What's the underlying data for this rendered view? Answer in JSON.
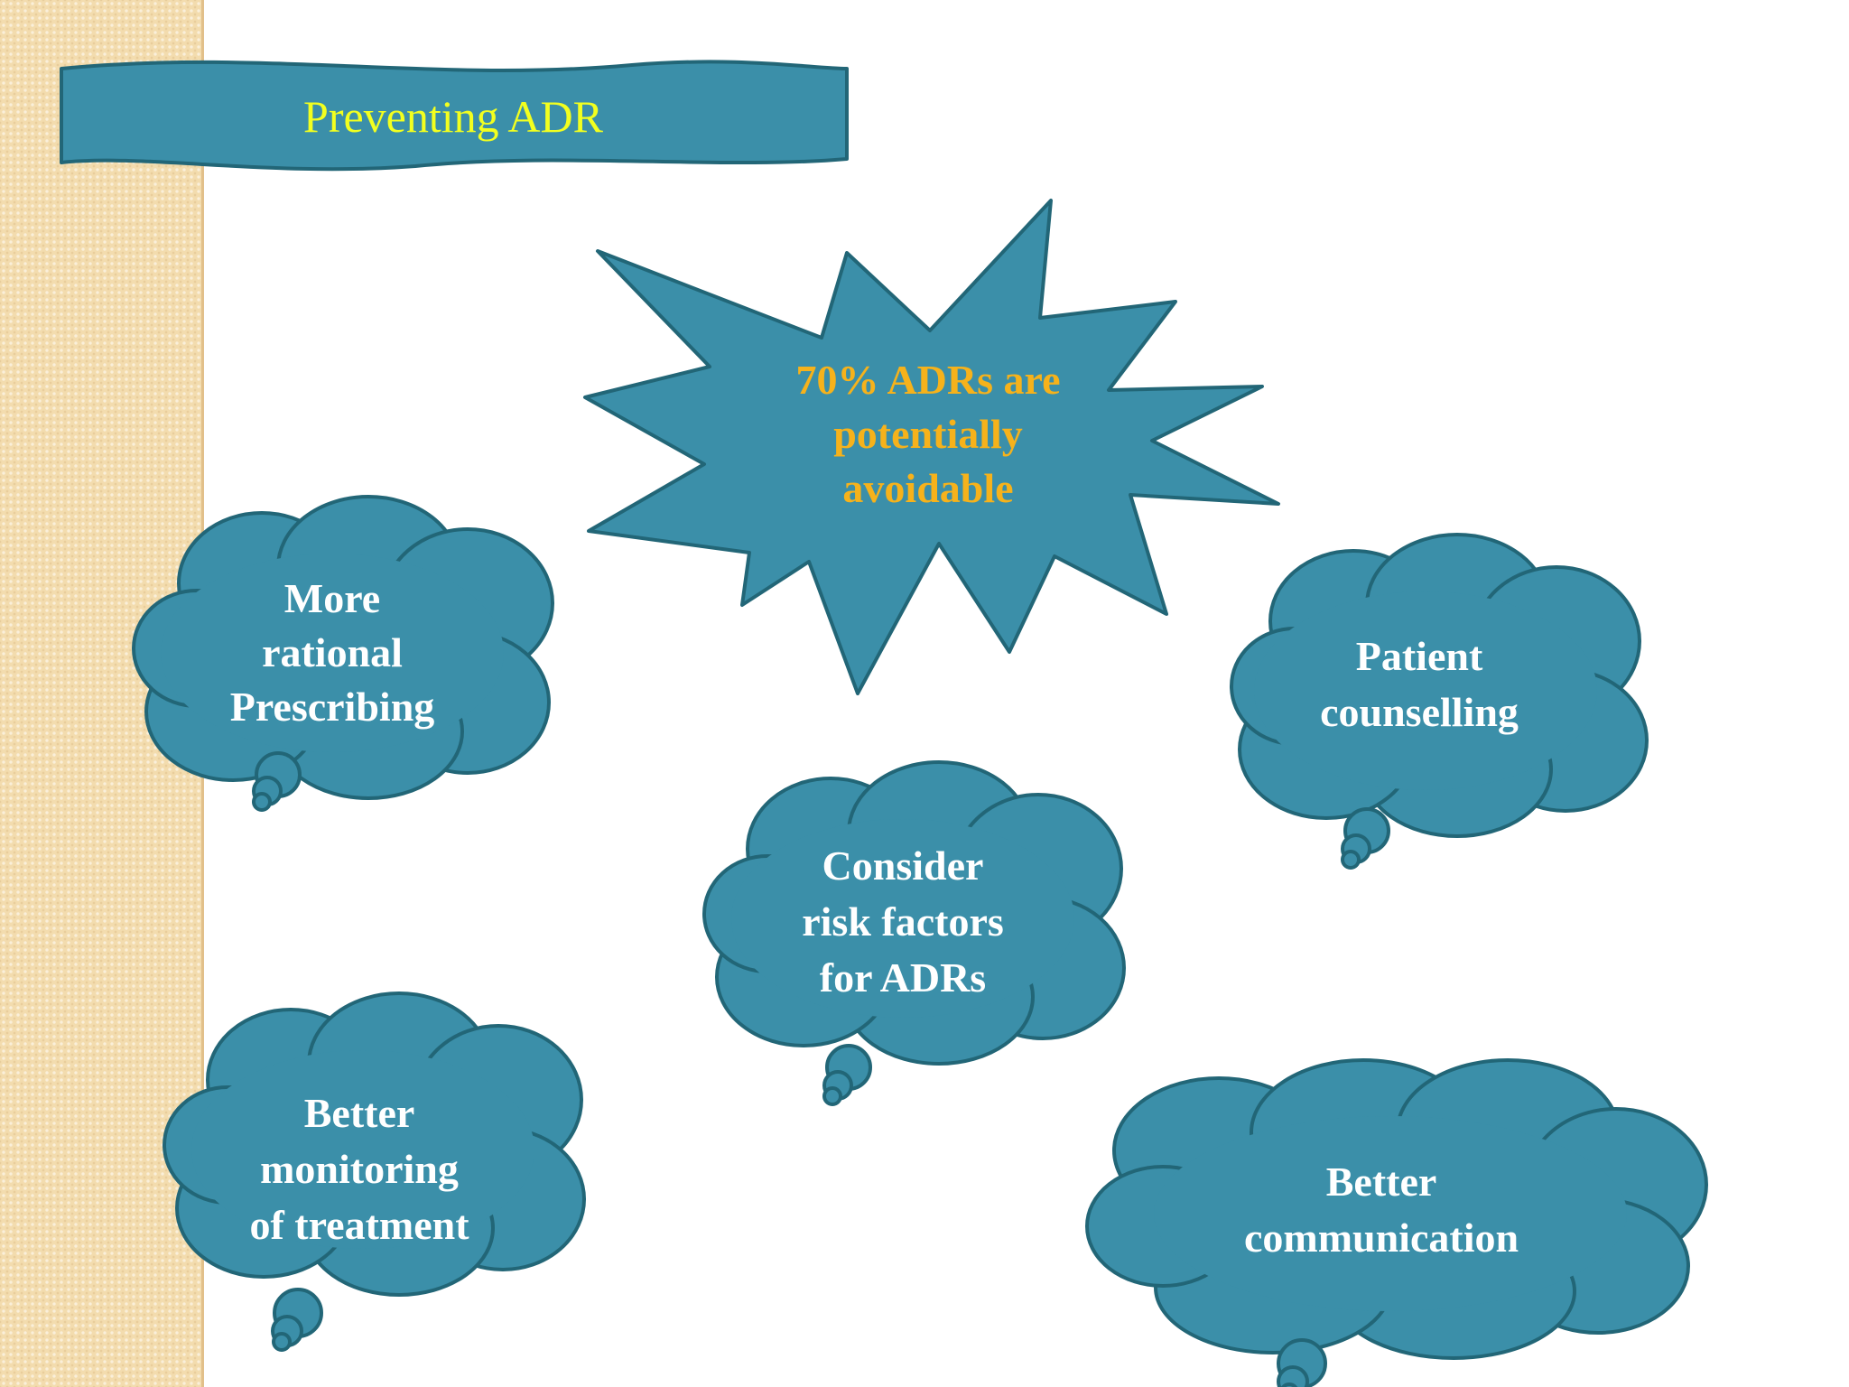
{
  "slide": {
    "title": "Preventing ADR",
    "burst_lines": [
      "70% ADRs are",
      "potentially",
      "avoidable"
    ],
    "thoughts": [
      {
        "id": "rational-prescribing",
        "lines": [
          "More",
          "rational",
          "Prescribing"
        ]
      },
      {
        "id": "patient-counselling",
        "lines": [
          "Patient",
          "counselling"
        ]
      },
      {
        "id": "risk-factors",
        "lines": [
          "Consider",
          "risk factors",
          "for ADRs"
        ]
      },
      {
        "id": "monitoring",
        "lines": [
          "Better",
          "monitoring",
          "of treatment"
        ]
      },
      {
        "id": "communication",
        "lines": [
          "Better",
          "communication"
        ]
      }
    ]
  },
  "colors": {
    "shape_fill": "#3b8fa9",
    "shape_stroke": "#226677",
    "title_text": "#f2ff1f",
    "burst_text": "#f6b21b",
    "cloud_text": "#ffffff",
    "side_strip": "#f3dcae"
  }
}
